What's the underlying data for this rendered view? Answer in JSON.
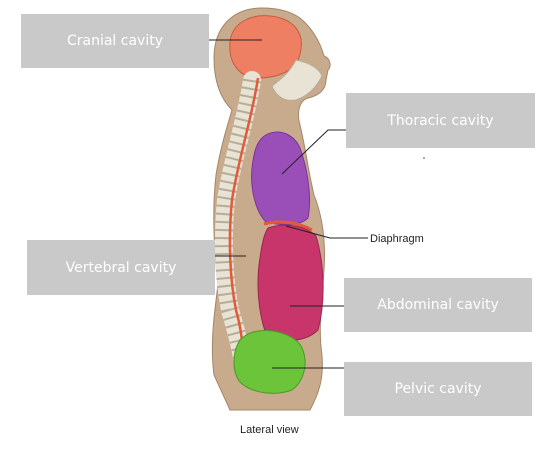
{
  "labels": {
    "cranial": "Cranial cavity",
    "thoracic": "Thoracic cavity",
    "vertebral": "Vertebral cavity",
    "abdominal": "Abdominal cavity",
    "pelvic": "Pelvic cavity",
    "diaphragm": "Diaphragm"
  },
  "caption": "Lateral view",
  "colors": {
    "label_box": "#c9c9c9",
    "body": "#c8ab8c",
    "cranial": "#ef7f63",
    "spine": "#e8e3d4",
    "spinal_cord": "#e25a3a",
    "thoracic": "#9a4fb8",
    "abdominal": "#c8356a",
    "pelvic": "#6bc43a"
  }
}
